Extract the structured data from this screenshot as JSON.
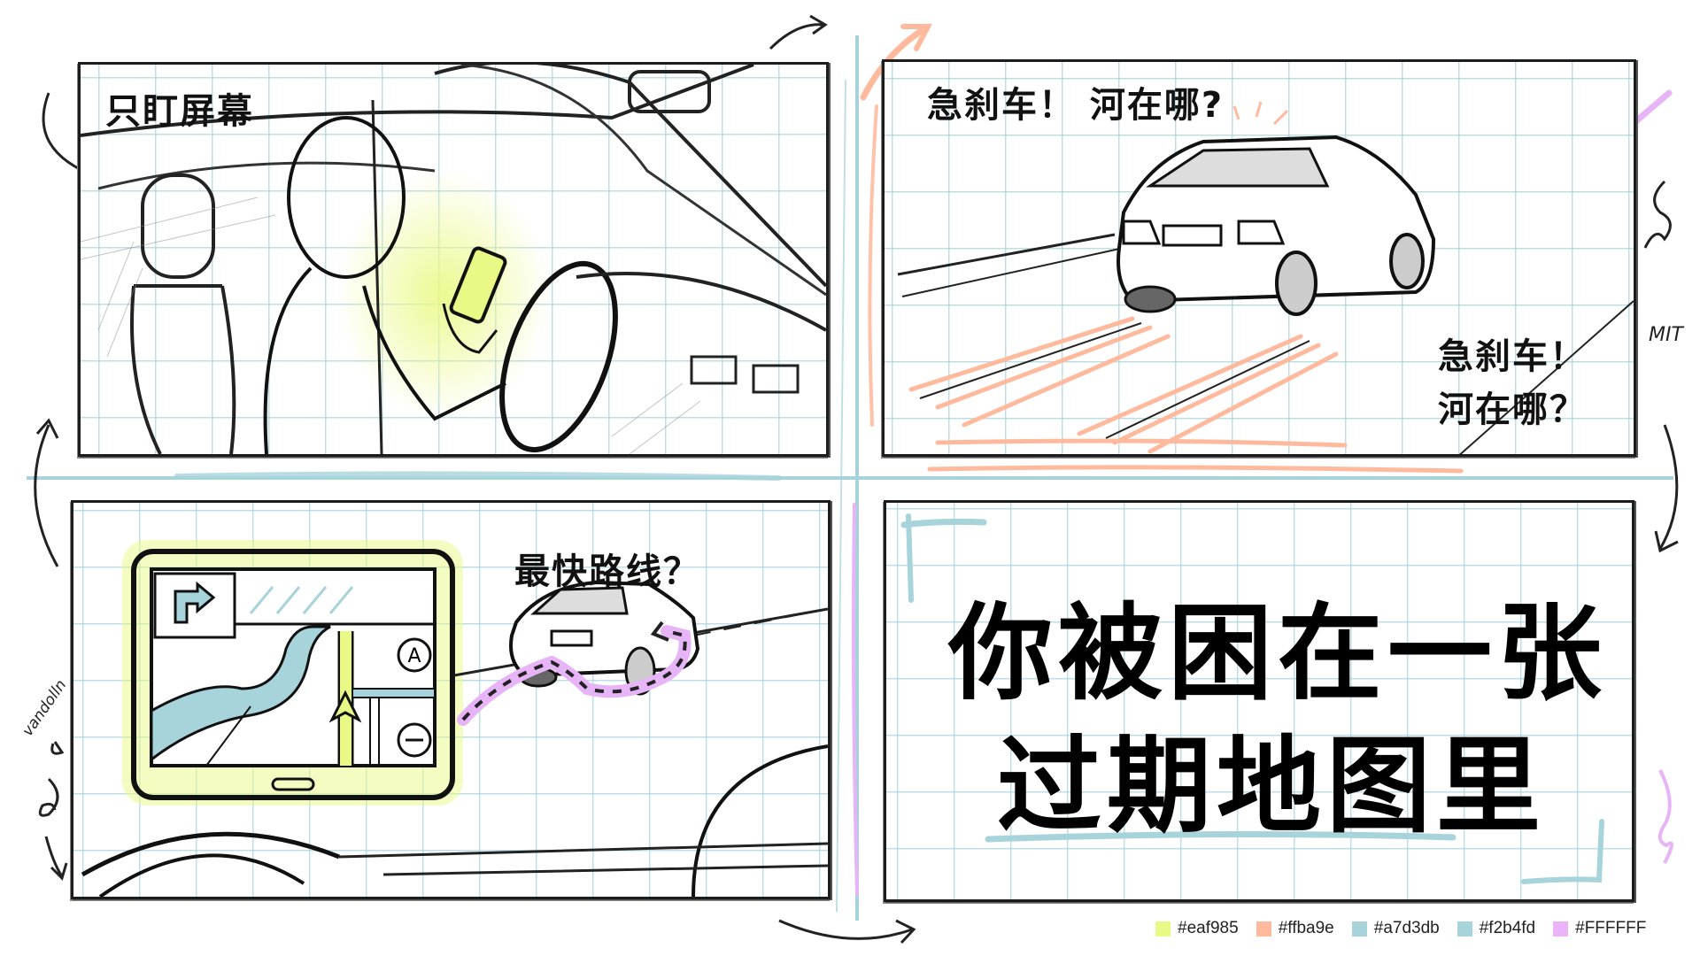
{
  "panels": [
    {
      "id": "panel-1",
      "caption": "只盯屏幕",
      "scene": "driver-looking-at-phone"
    },
    {
      "id": "panel-2",
      "caption_top": "急刹车！ 河在哪?",
      "caption_side_line1": "急刹车！",
      "caption_side_line2": "河在哪？",
      "scene": "car-skidding"
    },
    {
      "id": "panel-3",
      "caption": "最快路线？",
      "scene": "gps-navigation",
      "gps": {
        "turn_icon": "turn-right-arrow",
        "zoom_in_glyph": "A",
        "zoom_out_glyph": "−"
      }
    },
    {
      "id": "panel-4",
      "title_line1": "你被困在一张",
      "title_line2": "过期地图里",
      "scene": "title-card"
    }
  ],
  "margin_notes": {
    "left_scribble": "vandolln",
    "right_tally": "MIT"
  },
  "palette": [
    {
      "hex": "#eaf985",
      "label": "#eaf985"
    },
    {
      "hex": "#ffba9e",
      "label": "#ffba9e"
    },
    {
      "hex": "#a7d3db",
      "label": "#a7d3db"
    },
    {
      "hex": "#a7d3db",
      "label": "#f2b4fd"
    },
    {
      "hex": "#ebb4f8",
      "label": "#FFFFFF"
    }
  ],
  "colors": {
    "yellow": "#eaf985",
    "orange": "#ffba9e",
    "blue": "#a7d3db",
    "pink": "#e8b4f8",
    "ink": "#1c1c1c"
  }
}
